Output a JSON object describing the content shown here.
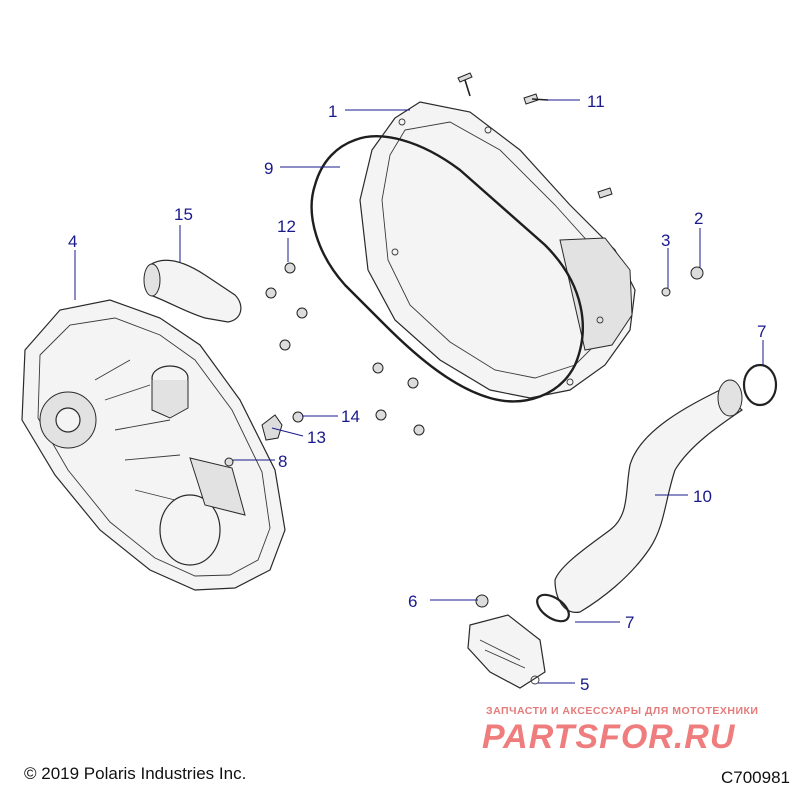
{
  "callouts": [
    {
      "num": "1"
    },
    {
      "num": "2"
    },
    {
      "num": "3"
    },
    {
      "num": "4"
    },
    {
      "num": "5"
    },
    {
      "num": "6"
    },
    {
      "num": "7"
    },
    {
      "num": "7"
    },
    {
      "num": "8"
    },
    {
      "num": "9"
    },
    {
      "num": "10"
    },
    {
      "num": "11"
    },
    {
      "num": "12"
    },
    {
      "num": "13"
    },
    {
      "num": "14"
    },
    {
      "num": "15"
    }
  ],
  "footer": {
    "copyright": "© 2019 Polaris Industries Inc.",
    "drawing_id": "C700981"
  },
  "watermark": {
    "line1": "ЗАПЧАСТИ И АКСЕССУАРЫ ДЛЯ МОТОТЕХНИКИ",
    "line2": "PARTSFOR.RU"
  },
  "colors": {
    "callout": "#1a1a8c",
    "watermark": "#ee6f6f"
  }
}
